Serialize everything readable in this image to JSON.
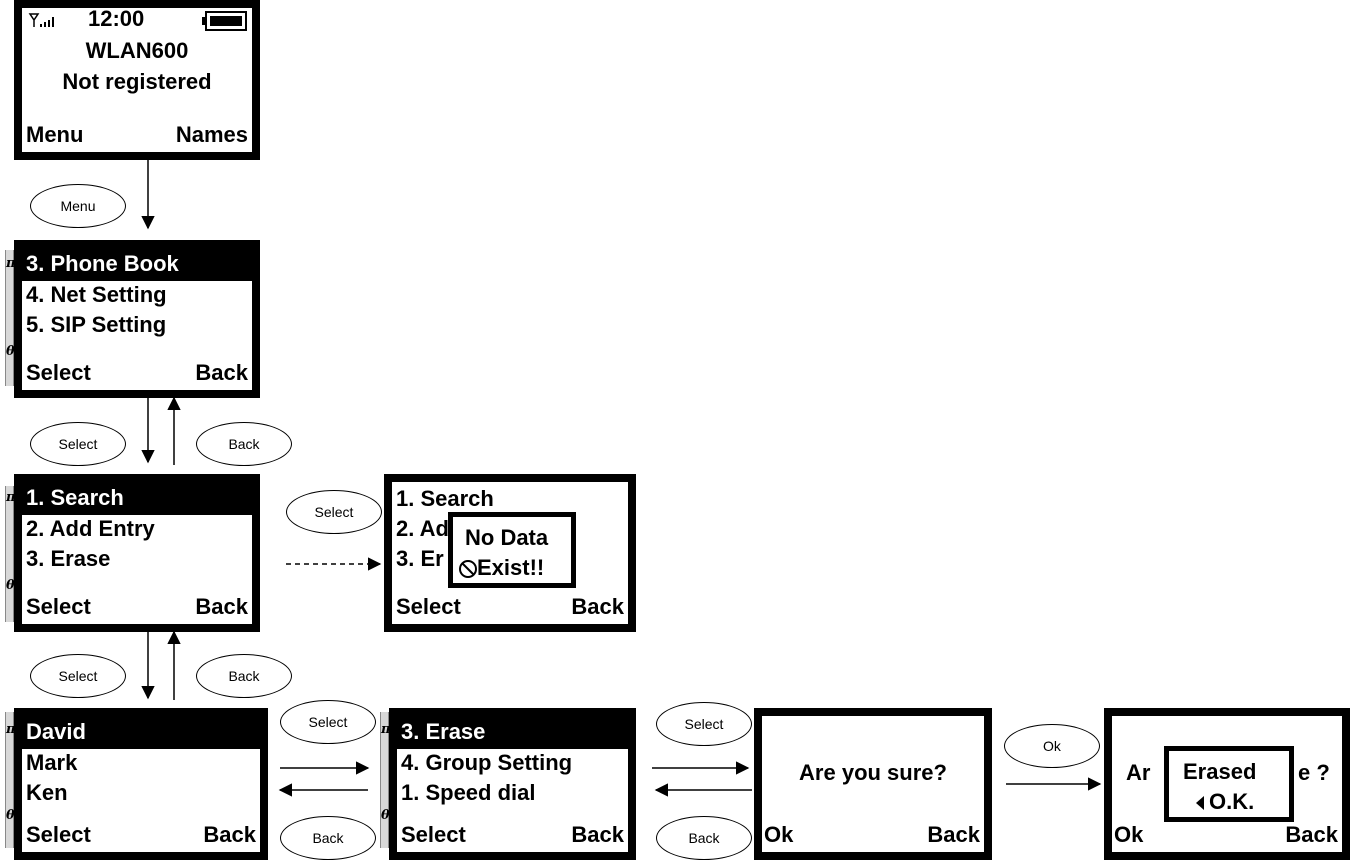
{
  "idle": {
    "time": "12:00",
    "model": "WLAN600",
    "status": "Not registered",
    "left": "Menu",
    "right": "Names"
  },
  "menu_screen": {
    "items": [
      "3. Phone Book",
      "4. Net Setting",
      "5. SIP Setting"
    ],
    "left": "Select",
    "right": "Back"
  },
  "phonebook_screen": {
    "items": [
      "1. Search",
      "2. Add Entry",
      "3. Erase"
    ],
    "left": "Select",
    "right": "Back"
  },
  "nodata_screen": {
    "items": [
      "1. Search",
      "2. Ad",
      "3. Er"
    ],
    "popup_line1": "No Data",
    "popup_line2": "Exist!!",
    "left": "Select",
    "right": "Back"
  },
  "names_screen": {
    "items": [
      "David",
      "Mark",
      "Ken"
    ],
    "left": "Select",
    "right": "Back"
  },
  "options_screen": {
    "items": [
      "3. Erase",
      "4. Group Setting",
      "1. Speed dial"
    ],
    "left": "Select",
    "right": "Back"
  },
  "confirm_screen": {
    "question": "Are you sure?",
    "left": "Ok",
    "right": "Back"
  },
  "erased_screen": {
    "bg_left": "Ar",
    "bg_right": "e ?",
    "popup_line1": "Erased",
    "popup_line2": "O.K.",
    "left": "Ok",
    "right": "Back"
  },
  "scrollbar": {
    "up_glyph": "π",
    "down_glyph": "θ"
  },
  "keys": {
    "menu": "Menu",
    "select_1": "Select",
    "back_1": "Back",
    "select_2": "Select",
    "select_3": "Select",
    "back_2": "Back",
    "select_4": "Select",
    "back_4": "Back",
    "select_5": "Select",
    "back_5": "Back",
    "ok": "Ok"
  },
  "colors": {
    "screen_border": "#000000",
    "highlight": "#000000",
    "scrollbar": "#d8d8d8"
  }
}
